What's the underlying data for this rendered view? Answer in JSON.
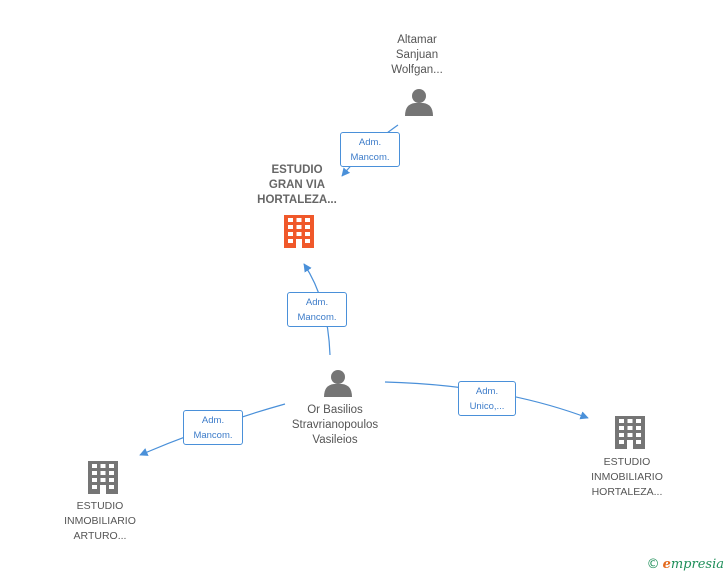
{
  "nodes": {
    "altamar": {
      "lines": [
        "Altamar",
        "Sanjuan",
        "Wolfgan..."
      ],
      "icon": "person-icon"
    },
    "estudio_gran_via": {
      "lines": [
        "ESTUDIO",
        "GRAN VIA",
        "HORTALEZA..."
      ],
      "icon": "building-icon",
      "color": "#f0582a"
    },
    "or_basilios": {
      "lines": [
        "Or Basilios",
        "Stravrianopoulos",
        "Vasileios"
      ],
      "icon": "person-icon"
    },
    "estudio_arturo": {
      "lines": [
        "ESTUDIO",
        "INMOBILIARIO",
        "ARTURO..."
      ],
      "icon": "building-icon"
    },
    "estudio_hortaleza": {
      "lines": [
        "ESTUDIO",
        "INMOBILIARIO",
        "HORTALEZA..."
      ],
      "icon": "building-icon"
    }
  },
  "edges": {
    "altamar_to_granvia": {
      "lines": [
        "Adm.",
        "Mancom."
      ]
    },
    "basilios_to_granvia": {
      "lines": [
        "Adm.",
        "Mancom."
      ]
    },
    "basilios_to_arturo": {
      "lines": [
        "Adm.",
        "Mancom."
      ]
    },
    "basilios_to_hortaleza": {
      "lines": [
        "Adm.",
        "Unico,..."
      ]
    }
  },
  "colors": {
    "edge": "#4a90d9",
    "node_gray": "#757575",
    "node_highlight": "#f0582a"
  },
  "brand": {
    "copyright": "©",
    "initial": "e",
    "rest": "mpresia"
  }
}
